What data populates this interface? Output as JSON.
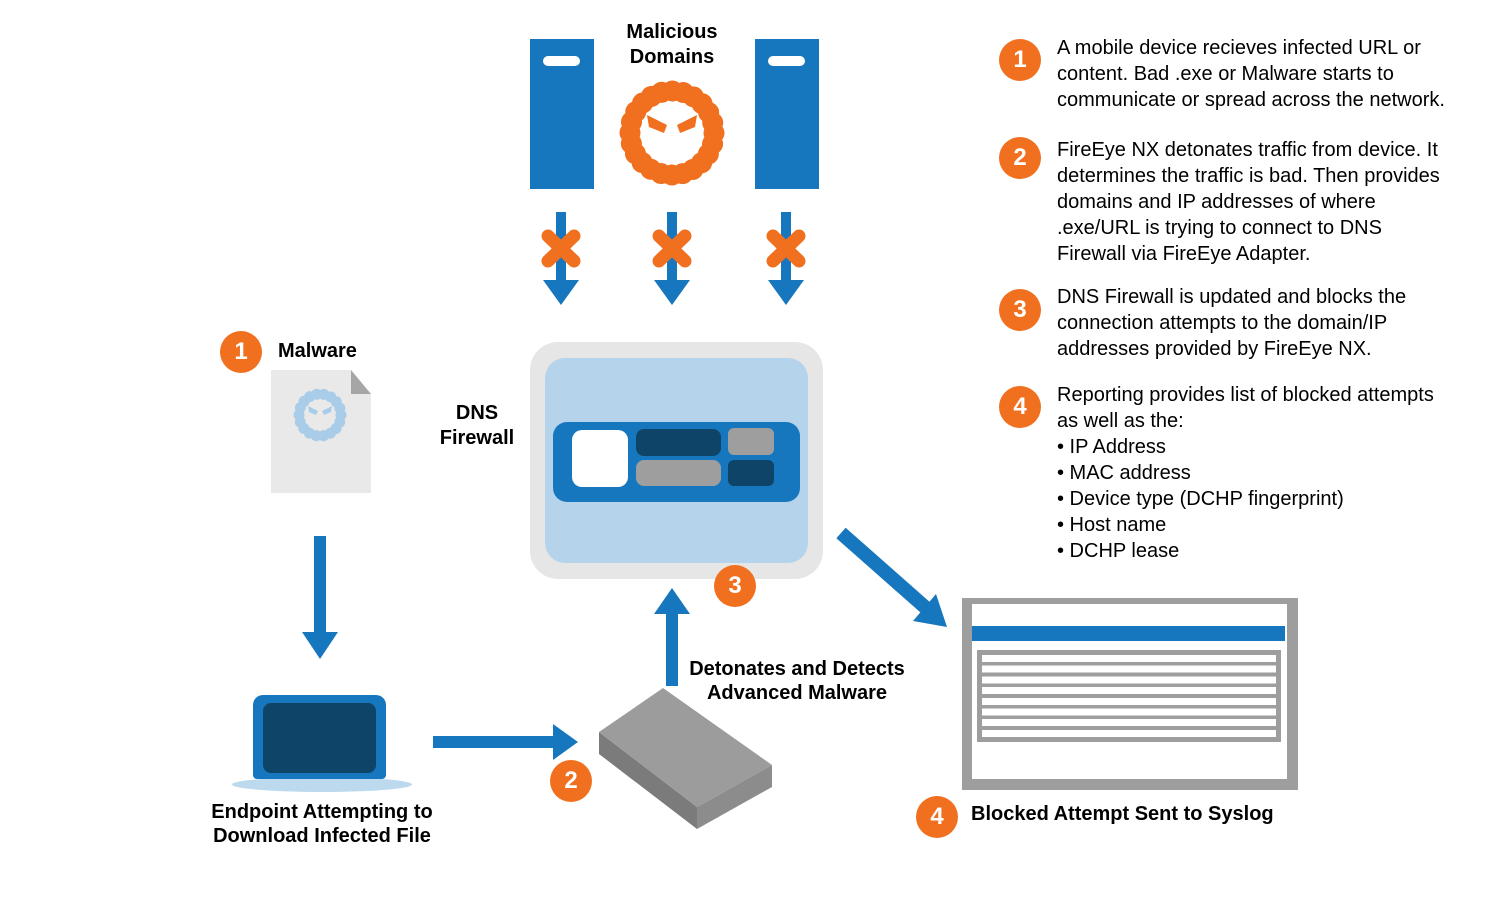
{
  "labels": {
    "malicious_domains": "Malicious\nDomains",
    "dns_firewall": "DNS\nFirewall",
    "malware": "Malware",
    "endpoint": "Endpoint Attempting to\nDownload Infected File",
    "detonates": "Detonates and Detects\nAdvanced Malware",
    "syslog": "Blocked Attempt Sent to Syslog"
  },
  "steps": [
    {
      "num": "1",
      "text": "A mobile device recieves infected URL or\ncontent. Bad .exe or Malware starts to\ncommunicate or spread across the network."
    },
    {
      "num": "2",
      "text": "FireEye NX detonates traffic from device. It\ndetermines the traffic is bad. Then provides\ndomains and IP addresses of where\n.exe/URL is trying to connect to DNS\nFirewall via FireEye Adapter."
    },
    {
      "num": "3",
      "text": "DNS Firewall is updated and blocks the\nconnection attempts to the domain/IP\naddresses provided by FireEye NX."
    },
    {
      "num": "4",
      "text": "Reporting provides list of blocked attempts\nas well as the:\n• IP Address\n• MAC address\n• Device type (DCHP fingerprint)\n• Host name\n• DCHP lease"
    }
  ],
  "icons": {
    "server_icon": "blue tower with white slot",
    "malware_icon": "orange scalloped circle with angry eyes",
    "blocked_x_icon": "orange X over blue down arrow",
    "infected_file_icon": "gray document with folded corner and blue malware glyph",
    "endpoint_laptop_icon": "blue laptop with navy screen",
    "fireeye_nx_icon": "gray isometric appliance slab",
    "dns_firewall_icon": "blue appliance inside light blue rounded panel",
    "syslog_window_icon": "gray window with blue title bar and log lines"
  },
  "colors": {
    "blue": "#1777BE",
    "orange": "#F1701F",
    "navy": "#0D4467",
    "light_blue": "#B5D3EA",
    "panel_gray": "#E6E6E6",
    "mid_gray": "#9E9E9E",
    "doc_gray": "#E9E9E9",
    "fold_gray": "#A6A6A6",
    "slab_top": "#9C9C9C",
    "slab_left": "#7B7B7B",
    "slab_right": "#8C8C8C",
    "laptop_base": "#BCD9EE",
    "doc_icon_blue": "#A9CDE9"
  }
}
